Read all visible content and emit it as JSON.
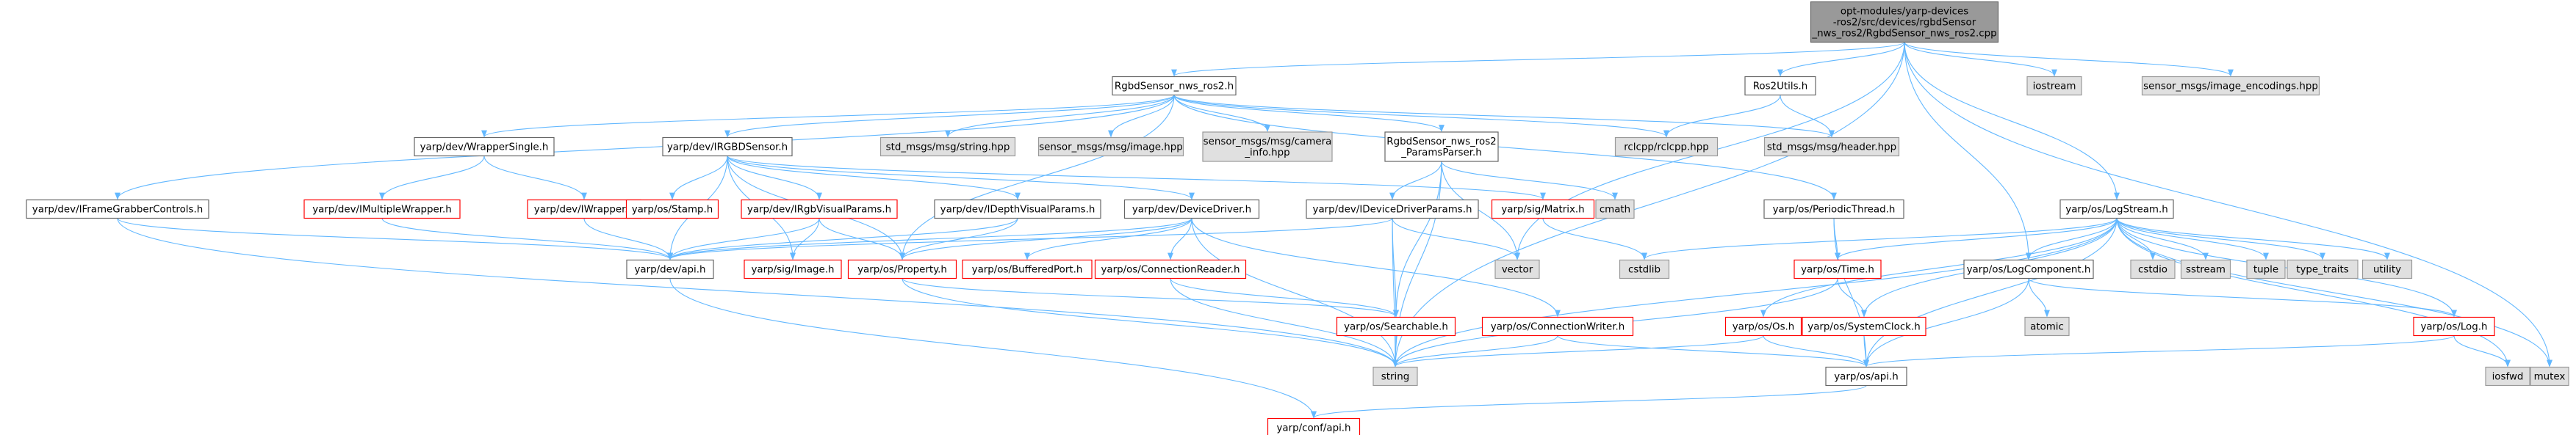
{
  "colors": {
    "edge": "#63b8ff",
    "root_fill": "#999999",
    "root_stroke": "#666666",
    "node_fill": "#ffffff",
    "node_stroke": "#666666",
    "missing_stroke": "#ff0000",
    "system_fill": "#e0e0e0",
    "system_stroke": "#999999",
    "text": "#000000"
  },
  "nodes": [
    {
      "id": "root",
      "kind": "root",
      "lines": [
        "opt-modules/yarp-devices",
        "-ros2/src/devices/rgbdSensor",
        "_nws_ros2/RgbdSensor_nws_ros2.cpp"
      ]
    },
    {
      "id": "rgbd_h",
      "kind": "normal",
      "lines": [
        "RgbdSensor_nws_ros2.h"
      ]
    },
    {
      "id": "ros2utils",
      "kind": "normal",
      "lines": [
        "Ros2Utils.h"
      ]
    },
    {
      "id": "iostream",
      "kind": "system",
      "lines": [
        "iostream"
      ]
    },
    {
      "id": "img_enc",
      "kind": "system",
      "lines": [
        "sensor_msgs/image_encodings.hpp"
      ]
    },
    {
      "id": "wrappersingle",
      "kind": "normal",
      "lines": [
        "yarp/dev/WrapperSingle.h"
      ]
    },
    {
      "id": "irgbdsensor",
      "kind": "normal",
      "lines": [
        "yarp/dev/IRGBDSensor.h"
      ]
    },
    {
      "id": "std_string",
      "kind": "system",
      "lines": [
        "std_msgs/msg/string.hpp"
      ]
    },
    {
      "id": "sm_image",
      "kind": "system",
      "lines": [
        "sensor_msgs/msg/image.hpp"
      ]
    },
    {
      "id": "sm_caminfo",
      "kind": "system",
      "lines": [
        "sensor_msgs/msg/camera",
        "_info.hpp"
      ]
    },
    {
      "id": "paramsparser",
      "kind": "normal",
      "lines": [
        "RgbdSensor_nws_ros2",
        "_ParamsParser.h"
      ]
    },
    {
      "id": "rclcpp",
      "kind": "system",
      "lines": [
        "rclcpp/rclcpp.hpp"
      ]
    },
    {
      "id": "std_header",
      "kind": "system",
      "lines": [
        "std_msgs/msg/header.hpp"
      ]
    },
    {
      "id": "ifgc",
      "kind": "normal",
      "lines": [
        "yarp/dev/IFrameGrabberControls.h"
      ]
    },
    {
      "id": "imultiwrapper",
      "kind": "missing",
      "lines": [
        "yarp/dev/IMultipleWrapper.h"
      ]
    },
    {
      "id": "iwrapper",
      "kind": "missing",
      "lines": [
        "yarp/dev/IWrapper.h"
      ]
    },
    {
      "id": "stamp",
      "kind": "missing",
      "lines": [
        "yarp/os/Stamp.h"
      ]
    },
    {
      "id": "irgbvisual",
      "kind": "missing",
      "lines": [
        "yarp/dev/IRgbVisualParams.h"
      ]
    },
    {
      "id": "idepthvisual",
      "kind": "normal",
      "lines": [
        "yarp/dev/IDepthVisualParams.h"
      ]
    },
    {
      "id": "devicedriver",
      "kind": "normal",
      "lines": [
        "yarp/dev/DeviceDriver.h"
      ]
    },
    {
      "id": "idevparams",
      "kind": "normal",
      "lines": [
        "yarp/dev/IDeviceDriverParams.h"
      ]
    },
    {
      "id": "matrix",
      "kind": "missing",
      "lines": [
        "yarp/sig/Matrix.h"
      ]
    },
    {
      "id": "cmath",
      "kind": "system",
      "lines": [
        "cmath"
      ]
    },
    {
      "id": "periodicthread",
      "kind": "normal",
      "lines": [
        "yarp/os/PeriodicThread.h"
      ]
    },
    {
      "id": "logstream",
      "kind": "normal",
      "lines": [
        "yarp/os/LogStream.h"
      ]
    },
    {
      "id": "dev_api",
      "kind": "normal",
      "lines": [
        "yarp/dev/api.h"
      ]
    },
    {
      "id": "sig_image",
      "kind": "missing",
      "lines": [
        "yarp/sig/Image.h"
      ]
    },
    {
      "id": "property",
      "kind": "missing",
      "lines": [
        "yarp/os/Property.h"
      ]
    },
    {
      "id": "bufferedport",
      "kind": "missing",
      "lines": [
        "yarp/os/BufferedPort.h"
      ]
    },
    {
      "id": "connreader",
      "kind": "missing",
      "lines": [
        "yarp/os/ConnectionReader.h"
      ]
    },
    {
      "id": "vector",
      "kind": "system",
      "lines": [
        "vector"
      ]
    },
    {
      "id": "cstdlib",
      "kind": "system",
      "lines": [
        "cstdlib"
      ]
    },
    {
      "id": "ostime",
      "kind": "missing",
      "lines": [
        "yarp/os/Time.h"
      ]
    },
    {
      "id": "logcomponent",
      "kind": "normal",
      "lines": [
        "yarp/os/LogComponent.h"
      ]
    },
    {
      "id": "cstdio",
      "kind": "system",
      "lines": [
        "cstdio"
      ]
    },
    {
      "id": "sstream",
      "kind": "system",
      "lines": [
        "sstream"
      ]
    },
    {
      "id": "tuple",
      "kind": "system",
      "lines": [
        "tuple"
      ]
    },
    {
      "id": "type_traits",
      "kind": "system",
      "lines": [
        "type_traits"
      ]
    },
    {
      "id": "utility",
      "kind": "system",
      "lines": [
        "utility"
      ]
    },
    {
      "id": "searchable",
      "kind": "missing",
      "lines": [
        "yarp/os/Searchable.h"
      ]
    },
    {
      "id": "connwriter",
      "kind": "missing",
      "lines": [
        "yarp/os/ConnectionWriter.h"
      ]
    },
    {
      "id": "systemclock",
      "kind": "missing",
      "lines": [
        "yarp/os/SystemClock.h"
      ]
    },
    {
      "id": "os_os",
      "kind": "missing",
      "lines": [
        "yarp/os/Os.h"
      ]
    },
    {
      "id": "atomic",
      "kind": "system",
      "lines": [
        "atomic"
      ]
    },
    {
      "id": "log",
      "kind": "missing",
      "lines": [
        "yarp/os/Log.h"
      ]
    },
    {
      "id": "string",
      "kind": "system",
      "lines": [
        "string"
      ]
    },
    {
      "id": "os_api",
      "kind": "normal",
      "lines": [
        "yarp/os/api.h"
      ]
    },
    {
      "id": "iosfwd",
      "kind": "system",
      "lines": [
        "iosfwd"
      ]
    },
    {
      "id": "mutex",
      "kind": "system",
      "lines": [
        "mutex"
      ]
    },
    {
      "id": "conf_api",
      "kind": "missing",
      "lines": [
        "yarp/conf/api.h"
      ]
    }
  ],
  "edges": [
    [
      "root",
      "rgbd_h"
    ],
    [
      "root",
      "ros2utils"
    ],
    [
      "root",
      "iostream"
    ],
    [
      "root",
      "img_enc"
    ],
    [
      "root",
      "logstream"
    ],
    [
      "root",
      "logcomponent"
    ],
    [
      "root",
      "string"
    ],
    [
      "root",
      "vector"
    ],
    [
      "root",
      "mutex"
    ],
    [
      "rgbd_h",
      "wrappersingle"
    ],
    [
      "rgbd_h",
      "irgbdsensor"
    ],
    [
      "rgbd_h",
      "std_string"
    ],
    [
      "rgbd_h",
      "sm_image"
    ],
    [
      "rgbd_h",
      "sm_caminfo"
    ],
    [
      "rgbd_h",
      "paramsparser"
    ],
    [
      "rgbd_h",
      "rclcpp"
    ],
    [
      "rgbd_h",
      "periodicthread"
    ],
    [
      "rgbd_h",
      "ifgc"
    ],
    [
      "rgbd_h",
      "std_header"
    ],
    [
      "rgbd_h",
      "property"
    ],
    [
      "ros2utils",
      "rclcpp"
    ],
    [
      "ros2utils",
      "std_header"
    ],
    [
      "wrappersingle",
      "imultiwrapper"
    ],
    [
      "wrappersingle",
      "iwrapper"
    ],
    [
      "imultiwrapper",
      "dev_api"
    ],
    [
      "iwrapper",
      "dev_api"
    ],
    [
      "ifgc",
      "dev_api"
    ],
    [
      "ifgc",
      "string"
    ],
    [
      "irgbdsensor",
      "stamp"
    ],
    [
      "irgbdsensor",
      "irgbvisual"
    ],
    [
      "irgbdsensor",
      "idepthvisual"
    ],
    [
      "irgbdsensor",
      "devicedriver"
    ],
    [
      "irgbdsensor",
      "matrix"
    ],
    [
      "irgbdsensor",
      "dev_api"
    ],
    [
      "irgbdsensor",
      "sig_image"
    ],
    [
      "irgbdsensor",
      "property"
    ],
    [
      "irgbvisual",
      "dev_api"
    ],
    [
      "irgbvisual",
      "sig_image"
    ],
    [
      "irgbvisual",
      "property"
    ],
    [
      "idepthvisual",
      "dev_api"
    ],
    [
      "idepthvisual",
      "property"
    ],
    [
      "devicedriver",
      "dev_api"
    ],
    [
      "devicedriver",
      "property"
    ],
    [
      "devicedriver",
      "bufferedport"
    ],
    [
      "devicedriver",
      "connreader"
    ],
    [
      "devicedriver",
      "connwriter"
    ],
    [
      "devicedriver",
      "string"
    ],
    [
      "paramsparser",
      "idevparams"
    ],
    [
      "paramsparser",
      "cmath"
    ],
    [
      "paramsparser",
      "string"
    ],
    [
      "paramsparser",
      "searchable"
    ],
    [
      "paramsparser",
      "vector"
    ],
    [
      "idevparams",
      "dev_api"
    ],
    [
      "idevparams",
      "searchable"
    ],
    [
      "idevparams",
      "string"
    ],
    [
      "idevparams",
      "vector"
    ],
    [
      "matrix",
      "cstdlib"
    ],
    [
      "periodicthread",
      "ostime"
    ],
    [
      "periodicthread",
      "os_api"
    ],
    [
      "ostime",
      "systemclock"
    ],
    [
      "ostime",
      "string"
    ],
    [
      "systemclock",
      "os_api"
    ],
    [
      "logstream",
      "cstdlib"
    ],
    [
      "logstream",
      "ostime"
    ],
    [
      "logstream",
      "logcomponent"
    ],
    [
      "logstream",
      "cstdio"
    ],
    [
      "logstream",
      "sstream"
    ],
    [
      "logstream",
      "tuple"
    ],
    [
      "logstream",
      "type_traits"
    ],
    [
      "logstream",
      "utility"
    ],
    [
      "logstream",
      "systemclock"
    ],
    [
      "logstream",
      "os_os"
    ],
    [
      "logstream",
      "log"
    ],
    [
      "logstream",
      "os_api"
    ],
    [
      "logstream",
      "string"
    ],
    [
      "logstream",
      "iosfwd"
    ],
    [
      "logstream",
      "mutex"
    ],
    [
      "logcomponent",
      "atomic"
    ],
    [
      "logcomponent",
      "log"
    ],
    [
      "logcomponent",
      "os_api"
    ],
    [
      "log",
      "iosfwd"
    ],
    [
      "log",
      "os_api"
    ],
    [
      "os_os",
      "os_api"
    ],
    [
      "os_os",
      "string"
    ],
    [
      "property",
      "searchable"
    ],
    [
      "property",
      "string"
    ],
    [
      "connreader",
      "searchable"
    ],
    [
      "connreader",
      "string"
    ],
    [
      "searchable",
      "string"
    ],
    [
      "connwriter",
      "os_api"
    ],
    [
      "connwriter",
      "string"
    ],
    [
      "dev_api",
      "conf_api"
    ],
    [
      "os_api",
      "conf_api"
    ]
  ]
}
